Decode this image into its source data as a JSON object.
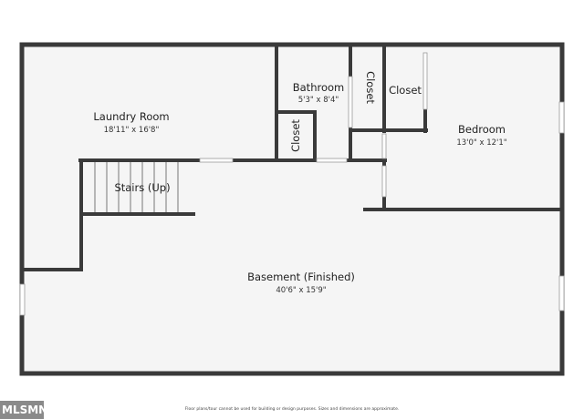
{
  "rooms": {
    "laundry": {
      "name": "Laundry Room",
      "dim": "18'11\" x 16'8\""
    },
    "bathroom": {
      "name": "Bathroom",
      "dim": "5'3\" x 8'4\""
    },
    "closet_vertical_top": {
      "name": "Closet"
    },
    "closet_top_right": {
      "name": "Closet"
    },
    "closet_small": {
      "name": "Closet"
    },
    "bedroom": {
      "name": "Bedroom",
      "dim": "13'0\" x 12'1\""
    },
    "stairs": {
      "name": "Stairs (Up)"
    },
    "basement": {
      "name": "Basement (Finished)",
      "dim": "40'6\" x 15'9\""
    }
  },
  "footer": "Floor plans/tour cannot be used for building or design purposes. Sizes and dimensions are approximate.",
  "watermark": "MLSMN",
  "colors": {
    "wall": "#3a3a3a",
    "floor": "#f5f5f5",
    "window": "#ffffff"
  }
}
